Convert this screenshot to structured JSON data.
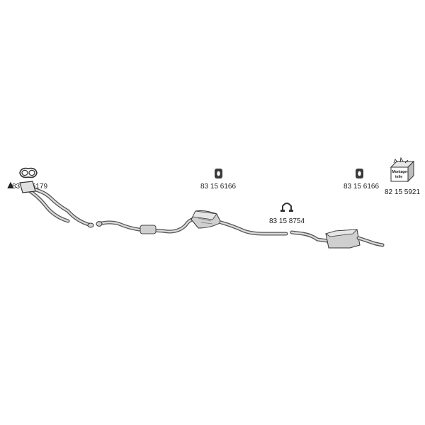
{
  "parts": [
    {
      "id": "gasket",
      "label": "83 15 6179",
      "warning": "▲",
      "icon": "gasket-icon"
    },
    {
      "id": "hanger-1",
      "label": "83 15 6166",
      "icon": "rubber-hanger-icon"
    },
    {
      "id": "clamp",
      "label": "83 15 8754",
      "icon": "clamp-icon"
    },
    {
      "id": "hanger-2",
      "label": "83 15 6166",
      "icon": "rubber-hanger-icon"
    },
    {
      "id": "mounting-kit",
      "label": "82 15 5921",
      "icon": "mounting-kit-box-icon",
      "box_text_1": "Montage-",
      "box_text_2": "teile"
    }
  ],
  "colors": {
    "ink": "#222222",
    "pipe": "#555555",
    "pipe_highlight": "#d9d9d9",
    "part_fill": "#cfcfcf"
  }
}
